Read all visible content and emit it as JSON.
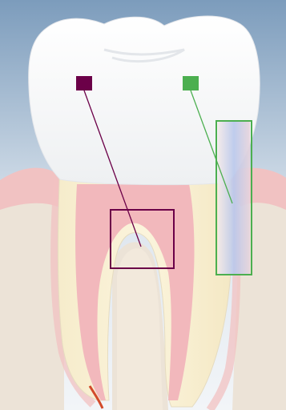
{
  "figure": {
    "subject": "tooth-cross-section",
    "labels": []
  },
  "markers": [
    {
      "name": "marker-pulp-horn",
      "color": "#6b0048",
      "target": "pulp-horn-region"
    },
    {
      "name": "marker-gingival-region",
      "color": "#4caf50",
      "target": "gingival-sulcus-region"
    }
  ],
  "colors": {
    "background_top": "#7c9cbc",
    "background_bottom": "#f2f5f8",
    "enamel": "#fdfdfd",
    "dentin": "#f7efcf",
    "pulp": "#f2b8bc",
    "gingiva": "#f1c2c2",
    "bone": "#ece3d7",
    "nerve": "#d24a2a",
    "accent_purple": "#6b0048",
    "accent_green": "#4caf50"
  }
}
